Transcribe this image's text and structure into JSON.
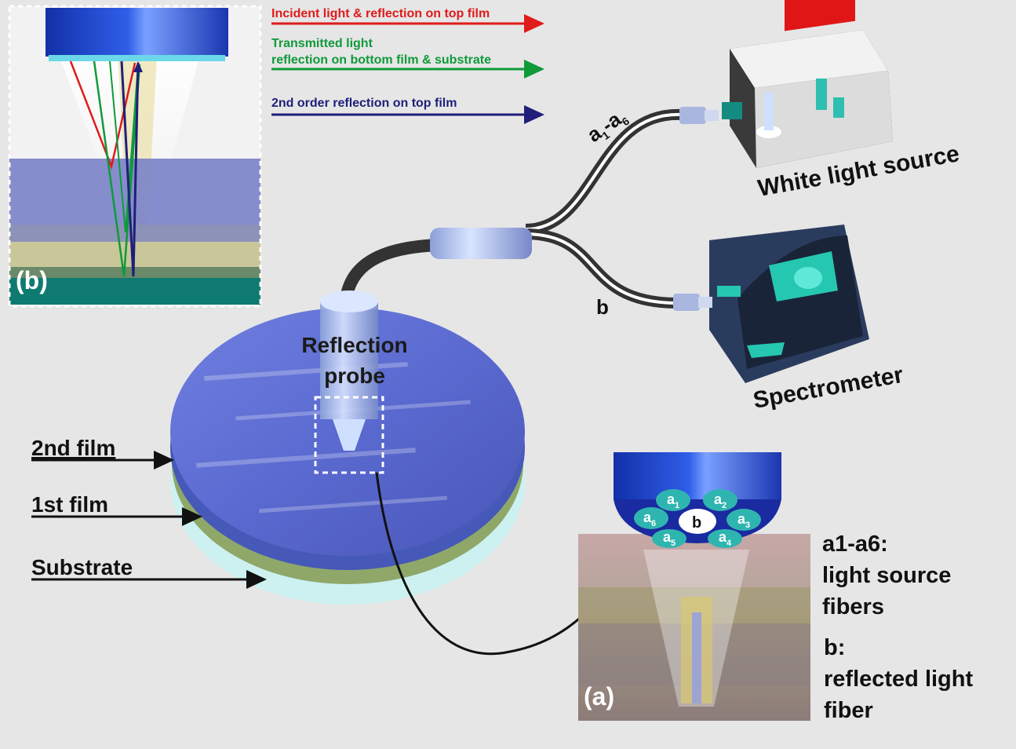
{
  "legend": {
    "incident": "Incident light & reflection on top film",
    "transmitted_line1": "Transmitted light",
    "transmitted_line2": "reflection on bottom film & substrate",
    "second_order": "2nd order reflection on top film",
    "colors": {
      "incident": "#e01b1b",
      "transmitted": "#0f9a3a",
      "second_order": "#1f1f7a"
    }
  },
  "devices": {
    "white_light_source": "White light source",
    "spectrometer": "Spectrometer"
  },
  "fibers": {
    "a_label_a": "a",
    "a_sub_1": "1",
    "a_dash": "-a",
    "a_sub_6": "6",
    "b_label": "b"
  },
  "probe": {
    "line1": "Reflection",
    "line2": "probe"
  },
  "layers": {
    "second_film": "2nd film",
    "first_film": "1st film",
    "substrate": "Substrate"
  },
  "inset_b": {
    "tag": "(b)"
  },
  "inset_a": {
    "tag": "(a)",
    "fibers": [
      {
        "base": "a",
        "sub": "1"
      },
      {
        "base": "a",
        "sub": "2"
      },
      {
        "base": "a",
        "sub": "3"
      },
      {
        "base": "a",
        "sub": "4"
      },
      {
        "base": "a",
        "sub": "5"
      },
      {
        "base": "a",
        "sub": "6"
      }
    ],
    "center_fiber": "b"
  },
  "annotation": {
    "a_title": "a1-a6:",
    "a_line1": "light source",
    "a_line2": "fibers",
    "b_title": "b:",
    "b_line1": "reflected light",
    "b_line2": "fiber"
  }
}
